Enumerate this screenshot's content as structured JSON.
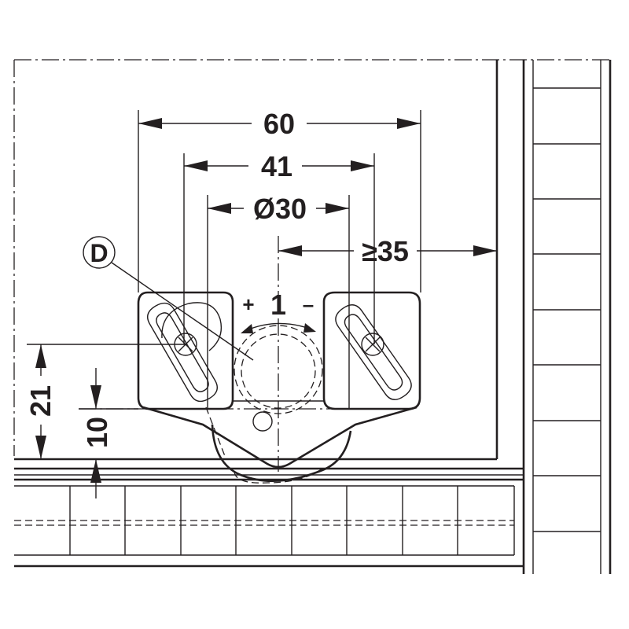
{
  "dimensions": {
    "width_60": "60",
    "width_41": "41",
    "diameter_30": "Ø30",
    "min_distance_35": "≥35",
    "height_21": "21",
    "height_10": "10"
  },
  "adjustment": {
    "plus": "+",
    "value": "1",
    "minus": "–"
  },
  "callout": {
    "letter": "D"
  }
}
